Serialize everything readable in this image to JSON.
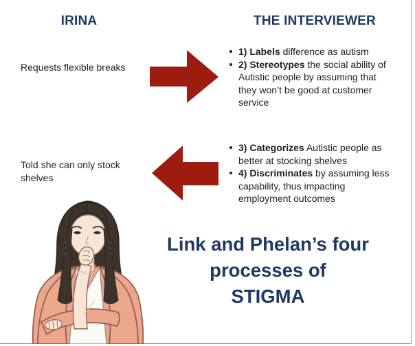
{
  "slide": {
    "background": "#ffffff",
    "edge_border_color": "#9b9b9b"
  },
  "colors": {
    "heading": "#1F3864",
    "body_text": "#212121",
    "arrow": "#9E1B10",
    "title": "#1F3864"
  },
  "left_column": {
    "heading": "IRINA",
    "row1": "Requests flexible breaks",
    "row2": "Told she can only stock shelves"
  },
  "right_column": {
    "heading": "THE INTERVIEWER",
    "list1": [
      {
        "bold": "1) Labels",
        "rest": " difference as autism"
      },
      {
        "bold": "2) Stereotypes",
        "rest": " the social ability of Autistic people by assuming that they won’t be good at customer service"
      }
    ],
    "list2": [
      {
        "bold": "3) Categorizes",
        "rest": " Autistic people as better at stocking shelves"
      },
      {
        "bold": "4) Discriminates",
        "rest": " by assuming less capability, thus impacting employment outcomes"
      }
    ]
  },
  "title": {
    "line1": "Link and Phelan’s four",
    "line2": "processes of",
    "line3": "STIGMA"
  },
  "illustration": {
    "name": "thinking-woman",
    "skin": "#F7E6D8",
    "hair": "#3B332C",
    "cardigan": "#EBA68C",
    "shirt": "#FBFAF5"
  }
}
